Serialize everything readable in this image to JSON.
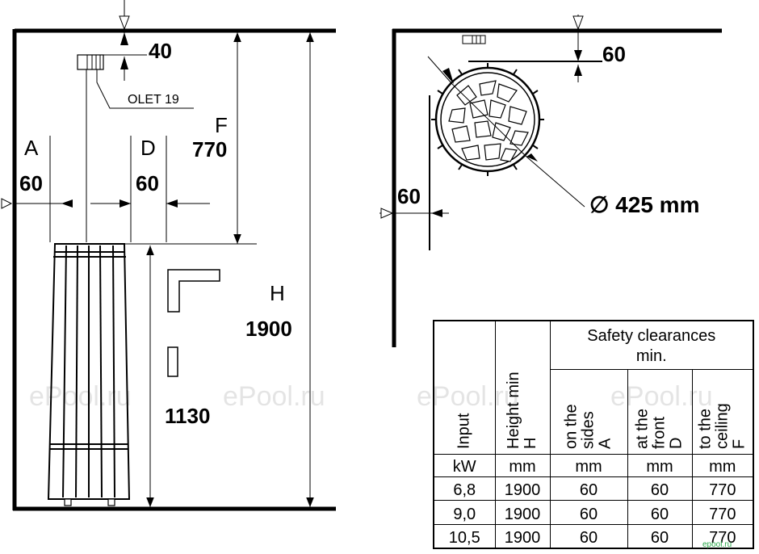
{
  "left_view": {
    "dim_40": "40",
    "olet_label": "OLET 19",
    "F_letter": "F",
    "F_value": "770",
    "A_letter": "A",
    "A_value": "60",
    "D_letter": "D",
    "D_value": "60",
    "H_letter": "H",
    "H_value": "1900",
    "height_1130": "1130"
  },
  "top_view": {
    "dim_60_top": "60",
    "dim_60_side": "60",
    "diameter_label": "∅ 425 mm"
  },
  "table": {
    "caption_line1": "Safety clearances",
    "caption_line2": "min.",
    "columns": [
      {
        "line1": "Input",
        "line2": "",
        "symbol": "",
        "unit": "kW"
      },
      {
        "line1": "Height min",
        "line2": "",
        "symbol": "H",
        "unit": "mm"
      },
      {
        "line1": "on the",
        "line2": "sides",
        "symbol": "A",
        "unit": "mm"
      },
      {
        "line1": "at the",
        "line2": "front",
        "symbol": "D",
        "unit": "mm"
      },
      {
        "line1": "to the",
        "line2": "ceiling",
        "symbol": "F",
        "unit": "mm"
      }
    ],
    "rows": [
      [
        "6,8",
        "1900",
        "60",
        "60",
        "770"
      ],
      [
        "9,0",
        "1900",
        "60",
        "60",
        "770"
      ],
      [
        "10,5",
        "1900",
        "60",
        "60",
        "770"
      ]
    ]
  },
  "watermarks": {
    "text": "ePool.ru",
    "small": "epool.ru"
  }
}
